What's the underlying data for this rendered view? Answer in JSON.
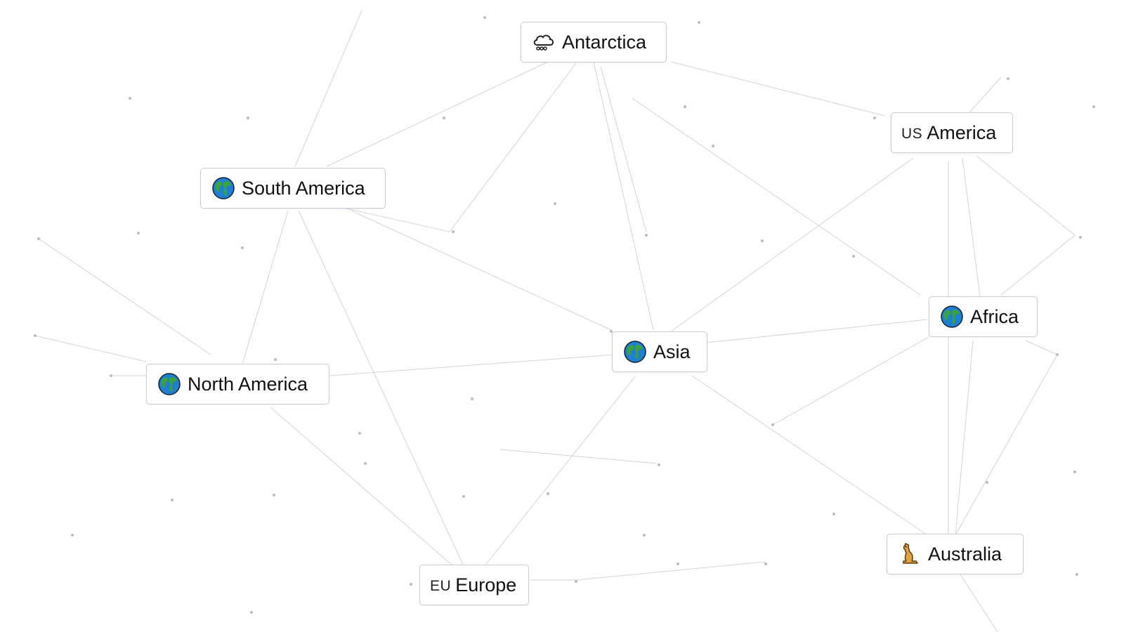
{
  "canvas": {
    "background": "#ffffff",
    "edge_color": "#cfd4d8",
    "dot_color": "#b8bcc0"
  },
  "elements": [
    {
      "id": "antarctica",
      "label": "Antarctica",
      "icon": "cloud-snow-icon"
    },
    {
      "id": "south-america",
      "label": "South America",
      "icon": "globe-icon"
    },
    {
      "id": "america",
      "label": "America",
      "icon": "flag-us-icon",
      "icon_text": "US"
    },
    {
      "id": "asia",
      "label": "Asia",
      "icon": "globe-icon"
    },
    {
      "id": "africa",
      "label": "Africa",
      "icon": "globe-icon"
    },
    {
      "id": "north-america",
      "label": "North America",
      "icon": "globe-icon"
    },
    {
      "id": "europe",
      "label": "Europe",
      "icon": "flag-eu-icon",
      "icon_text": "EU"
    },
    {
      "id": "australia",
      "label": "Australia",
      "icon": "kangaroo-icon"
    }
  ]
}
